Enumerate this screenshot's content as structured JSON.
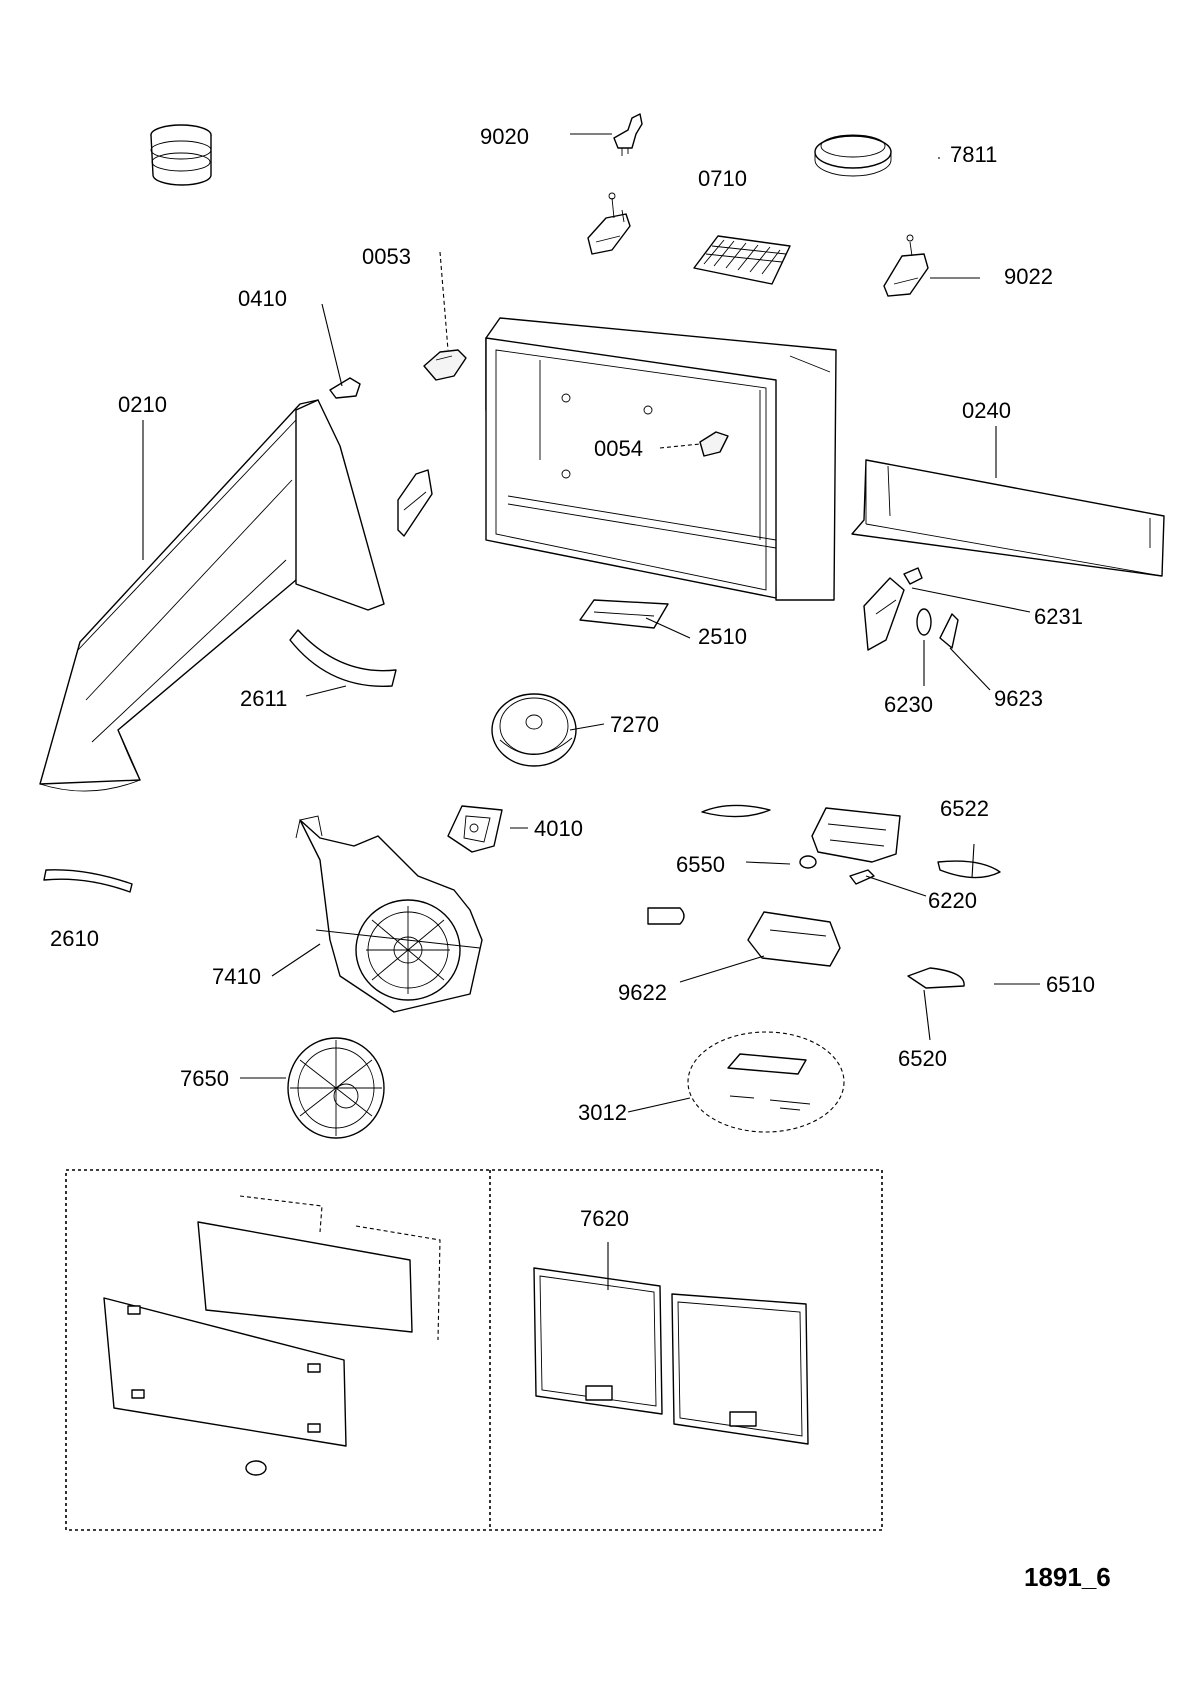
{
  "diagram_code": "1891_6",
  "labels": {
    "p9020": "9020",
    "p7811": "7811",
    "p0710": "0710",
    "p0053": "0053",
    "p9022": "9022",
    "p0410": "0410",
    "p0210": "0210",
    "p0240": "0240",
    "p0054": "0054",
    "p6231": "6231",
    "p2510": "2510",
    "p2611": "2611",
    "p6230": "6230",
    "p9623": "9623",
    "p7270": "7270",
    "p6522": "6522",
    "p4010": "4010",
    "p6550": "6550",
    "p6220": "6220",
    "p2610": "2610",
    "p7410": "7410",
    "p9622": "9622",
    "p6510": "6510",
    "p6520": "6520",
    "p7650": "7650",
    "p3012": "3012",
    "p7620": "7620"
  }
}
